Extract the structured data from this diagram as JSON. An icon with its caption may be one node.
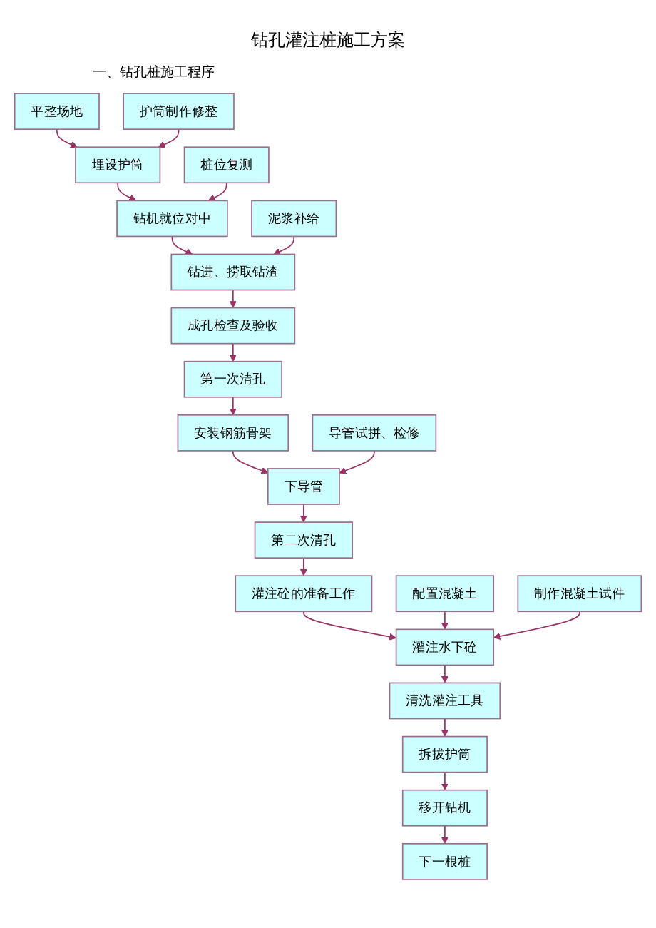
{
  "diagram": {
    "title": "钻孔灌注桩施工方案",
    "nodes": [
      {
        "text": [
          "平整场地"
        ]
      },
      {
        "text": [
          "护筒制作修整"
        ]
      },
      {
        "text": [
          "埋设护筒"
        ]
      },
      {
        "text": [
          "钻机就位对中"
        ]
      },
      {
        "text": [
          "桩位复测"
        ]
      },
      {
        "text": [
          "泥浆补给"
        ]
      },
      {
        "text": [
          "钻进、捞取钻渣"
        ]
      },
      {
        "text": [
          "成孔检查及验收"
        ]
      },
      {
        "text": [
          "第一次清孔"
        ]
      },
      {
        "text": [
          "安装钢筋骨架"
        ]
      },
      {
        "text": [
          "下导管"
        ]
      },
      {
        "text": [
          "导管试拼、检修"
        ]
      },
      {
        "text": [
          "第二次清孔"
        ]
      },
      {
        "text": [
          "灌注砼的准备工作"
        ]
      },
      {
        "text": [
          "配置混凝土"
        ]
      },
      {
        "text": [
          "灌注水下砼"
        ]
      },
      {
        "text": [
          "制作混凝土试件"
        ]
      },
      {
        "text": [
          "清洗灌注工具"
        ]
      },
      {
        "text": [
          "拆拔护筒"
        ]
      },
      {
        "text": [
          "移开钻机"
        ]
      },
      {
        "text": [
          "下一根桩"
        ]
      }
    ],
    "edges": [
      {
        "from": 0,
        "to": 2,
        "arrow": "to"
      },
      {
        "from": 1,
        "to": 2,
        "arrow": "to"
      },
      {
        "from": 2,
        "to": 3,
        "arrow": "to"
      },
      {
        "from": 4,
        "to": 3,
        "arrow": "to"
      },
      {
        "from": 3,
        "to": 6,
        "arrow": "to"
      },
      {
        "from": 5,
        "to": 6,
        "arrow": "to"
      },
      {
        "from": 6,
        "to": 7,
        "arrow": "to"
      },
      {
        "from": 7,
        "to": 8,
        "arrow": "to"
      },
      {
        "from": 8,
        "to": 9,
        "arrow": "to"
      },
      {
        "from": 9,
        "to": 10,
        "arrow": "to"
      },
      {
        "from": 11,
        "to": 10,
        "arrow": "to"
      },
      {
        "from": 10,
        "to": 12,
        "arrow": "to"
      },
      {
        "from": 12,
        "to": 13,
        "arrow": "to"
      },
      {
        "from": 13,
        "to": 15,
        "arrow": "to"
      },
      {
        "from": 14,
        "to": 15,
        "arrow": "to"
      },
      {
        "from": 16,
        "to": 15,
        "arrow": "to"
      },
      {
        "from": 15,
        "to": 17,
        "arrow": "to"
      },
      {
        "from": 17,
        "to": 18,
        "arrow": "to"
      },
      {
        "from": 18,
        "to": 19,
        "arrow": "to"
      },
      {
        "from": 19,
        "to": 20,
        "arrow": "to"
      }
    ],
    "labels": [
      "一、钻孔桩施工程序"
    ]
  }
}
